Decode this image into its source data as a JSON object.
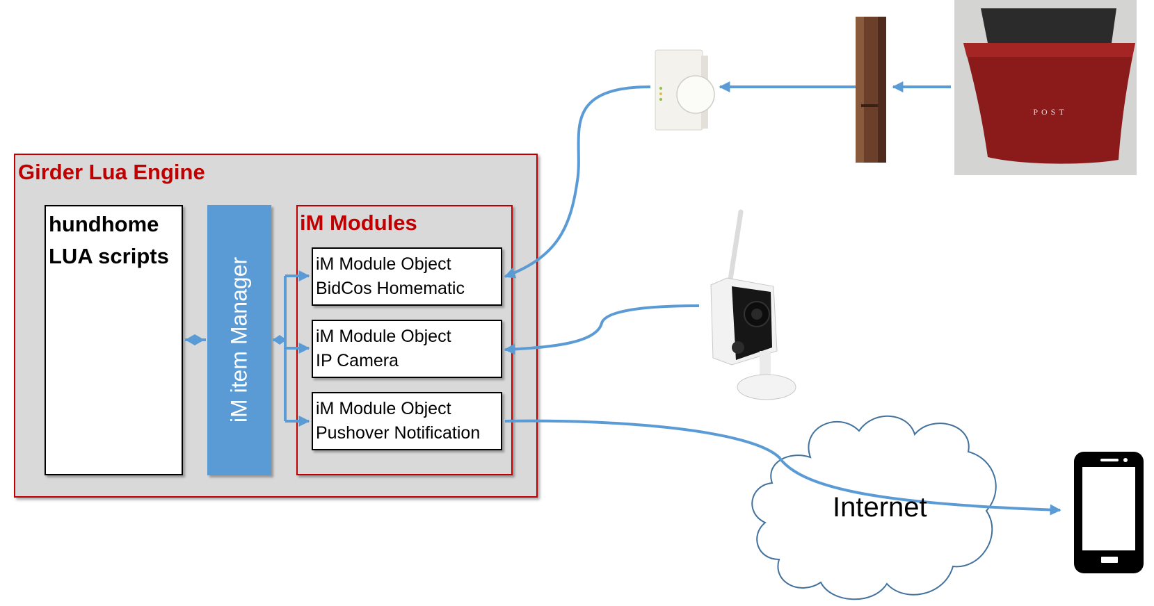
{
  "engine": {
    "title": "Girder Lua Engine"
  },
  "scripts": {
    "line1": "hundhome",
    "line2": "LUA scripts"
  },
  "manager": {
    "label": "iM item Manager"
  },
  "modules": {
    "title": "iM Modules",
    "objects": [
      {
        "line1": "iM Module Object",
        "line2": "BidCos Homematic"
      },
      {
        "line1": "iM Module Object",
        "line2": "IP Camera"
      },
      {
        "line1": "iM Module Object",
        "line2": "Pushover Notification"
      }
    ]
  },
  "cloud": {
    "label": "Internet"
  },
  "mailbox": {
    "label": "POST"
  },
  "colors": {
    "accent": "#5b9bd5",
    "frame": "#c00000",
    "panel": "#d9d9d9"
  },
  "icons": [
    "homematic-ccu-gateway-icon",
    "door-sensor-icon",
    "mailbox-icon",
    "ip-camera-icon",
    "cloud-icon",
    "smartphone-icon"
  ]
}
